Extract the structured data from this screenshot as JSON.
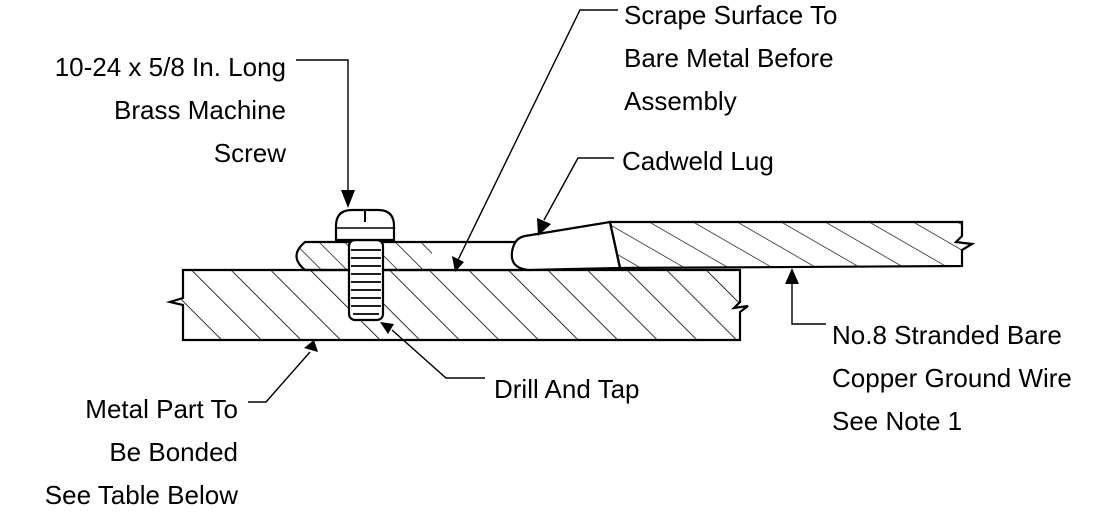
{
  "labels": {
    "screw": [
      "10-24 x 5/8 In. Long",
      "Brass Machine",
      "Screw"
    ],
    "scrape": [
      "Scrape Surface To",
      "Bare Metal Before",
      "Assembly"
    ],
    "lug": [
      "Cadweld Lug"
    ],
    "wire": [
      "No.8 Stranded Bare",
      "Copper Ground Wire",
      "See Note 1"
    ],
    "drill": [
      "Drill And Tap"
    ],
    "metal": [
      "Metal Part To",
      "Be Bonded",
      "See Table Below"
    ]
  },
  "colors": {
    "stroke": "#000000",
    "background": "#ffffff"
  }
}
